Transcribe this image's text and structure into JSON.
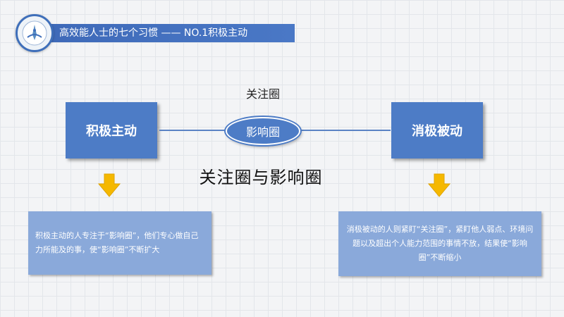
{
  "header": {
    "title": "高效能人士的七个习惯 ——  NO.1积极主动"
  },
  "diagram": {
    "circle_of_concern_label": "关注圈",
    "circle_of_influence_label": "影响圈",
    "center_title": "关注圈与影响圈",
    "left_box_label": "积极主动",
    "right_box_label": "消极被动",
    "left_description": "积极主动的人专注于“影响圈”，他们专心做自己力所能及的事，使“影响圈”不断扩大",
    "right_description": "消极被动的人则紧盯“关注圈”，紧盯他人弱点、环境问题以及超出个人能力范围的事情不放，结果使“影响圈”不断缩小"
  },
  "colors": {
    "box_blue": "#4d7cc6",
    "desc_blue": "#8aa9da",
    "arrow_yellow": "#f5b800",
    "header_blue": "#3d68b7"
  }
}
